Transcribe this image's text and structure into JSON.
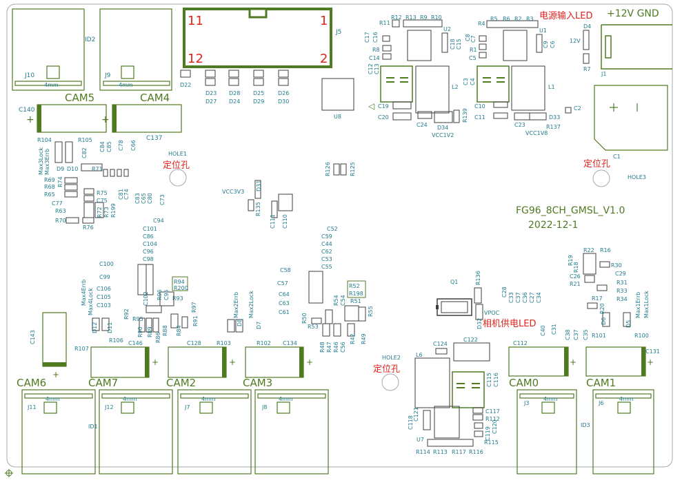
{
  "header": {
    "connector_id": "J5",
    "pins": [
      "11",
      "1",
      "12",
      "2"
    ]
  },
  "board": {
    "name": "FG96_8CH_GMSL_V1.0",
    "date": "2022-12-1",
    "colors": {
      "outline": "#a8a8a8",
      "silkscreen": "#4f7a22",
      "refdes": "#1f7a8c",
      "annotation": "#e0221c",
      "pad": "#3d3d3d"
    }
  },
  "annotations": {
    "power_led": "电源输入LED",
    "camera_power_led": "相机供电LED",
    "locating_hole": "定位孔"
  },
  "power_labels": {
    "supply": "+12V GND",
    "v12": "12V",
    "vcc1v2": "VCC1V2",
    "vcc1v8": "VCC1V8",
    "vcc3v3": "VCC3V3",
    "vpoc": "VPOC"
  },
  "holes": [
    "HOLE1",
    "HOLE2",
    "HOLE3"
  ],
  "cams": [
    "CAM0",
    "CAM1",
    "CAM2",
    "CAM3",
    "CAM4",
    "CAM5",
    "CAM6",
    "CAM7"
  ],
  "connectors": [
    "J1",
    "J3",
    "J6",
    "J7",
    "J8",
    "J9",
    "J10",
    "J11",
    "J12"
  ],
  "ids": [
    "ID1",
    "ID2",
    "ID3"
  ],
  "mm": "4mm",
  "status": [
    "Max1Errb",
    "Max1Lock",
    "Max2Errb",
    "Max2Lock",
    "Max3Errb",
    "Max3Lock",
    "Max4Errb",
    "Max4Lock"
  ],
  "refs": {
    "top_right": [
      "R5",
      "R6",
      "R2",
      "R3",
      "R4",
      "U1",
      "C8",
      "C7",
      "R1",
      "C5",
      "C9",
      "C6",
      "D4",
      "R7",
      "C3",
      "C4",
      "L1",
      "C10",
      "C11",
      "C23",
      "D33",
      "R137",
      "C2",
      "C1"
    ],
    "top_mid": [
      "R12",
      "R13",
      "R9",
      "R10",
      "R11",
      "U2",
      "C17",
      "C16",
      "R8",
      "C14",
      "C18",
      "C15",
      "C12",
      "C13",
      "L2",
      "C19",
      "C20",
      "C24",
      "D34",
      "R139",
      "U8"
    ],
    "top_left": [
      "D22",
      "D23",
      "D27",
      "D28",
      "D24",
      "D25",
      "D29",
      "D26",
      "D30",
      "C140",
      "C137",
      "R104",
      "R105",
      "C84",
      "C85",
      "C78",
      "C66",
      "C82",
      "D9",
      "D10",
      "R71",
      "R69",
      "R68",
      "R74",
      "R65",
      "R75",
      "C75",
      "C77",
      "R63",
      "R72",
      "R73",
      "R199",
      "R70",
      "R76",
      "C74",
      "C81",
      "C83",
      "C65",
      "C80",
      "C73"
    ],
    "center": [
      "R126",
      "R125",
      "D31",
      "R135",
      "C111",
      "C110",
      "C94",
      "C101",
      "C86",
      "C104",
      "C96",
      "C98",
      "C100",
      "C99",
      "C106",
      "C105",
      "C103",
      "R94",
      "R200",
      "R96",
      "C95",
      "R93",
      "R97",
      "R92",
      "C102",
      "R95",
      "R90",
      "R89",
      "R86",
      "R88",
      "R84",
      "R91",
      "C52",
      "C59",
      "C44",
      "C62",
      "C53",
      "C55",
      "C58",
      "C57",
      "C64",
      "C63",
      "C61",
      "R52",
      "R198",
      "R54",
      "C54",
      "R51",
      "R50",
      "R53",
      "R55",
      "R48",
      "R47",
      "R46",
      "C56",
      "R42",
      "R49"
    ],
    "bottom_left": [
      "D12",
      "D11",
      "R106",
      "R107",
      "C143",
      "C146",
      "C128",
      "R103",
      "D8",
      "D7",
      "R102",
      "C134"
    ],
    "right_mid": [
      "R22",
      "R16",
      "R19",
      "R18",
      "R30",
      "C26",
      "C29",
      "R21",
      "R31",
      "R33",
      "R34",
      "R17",
      "R20",
      "D6",
      "D5",
      "Q1",
      "R136",
      "D32",
      "C28",
      "C33",
      "C37",
      "C36",
      "C27",
      "C34",
      "C40",
      "C31",
      "C38",
      "C37",
      "C35",
      "R101",
      "R100"
    ],
    "bottom_mid": [
      "C124",
      "C122",
      "L6",
      "C115",
      "C116",
      "C112",
      "C131",
      "C118",
      "C121",
      "C117",
      "R112",
      "C119",
      "C120",
      "R115",
      "U7",
      "R114",
      "R113",
      "R117",
      "R116"
    ]
  }
}
